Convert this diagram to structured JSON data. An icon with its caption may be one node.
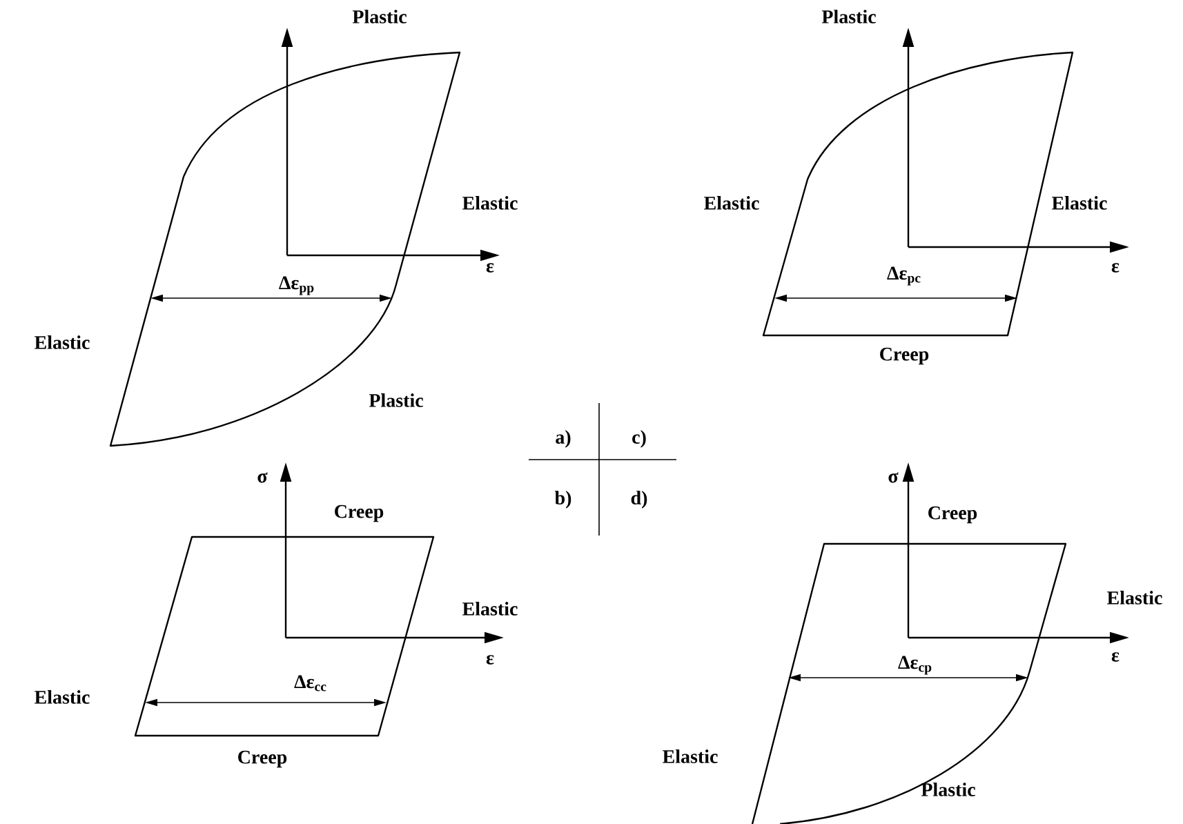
{
  "diagram": {
    "labels": [
      "Plastic",
      "Elastic",
      "ε",
      "Δε$_{pp}$",
      "Elastic",
      "Plastic",
      "Plastic",
      "Elastic",
      "Elastic",
      "ε",
      "Δε$_{pc}$",
      "Creep",
      "a)",
      "c)",
      "b)",
      "d)",
      "σ",
      "Creep",
      "Elastic",
      "ε",
      "Δε$_{cc}$",
      "Elastic",
      "Creep",
      "σ",
      "Creep",
      "Elastic",
      "ε",
      "Δε$_{cp}$",
      "Elastic",
      "Plastic"
    ]
  }
}
